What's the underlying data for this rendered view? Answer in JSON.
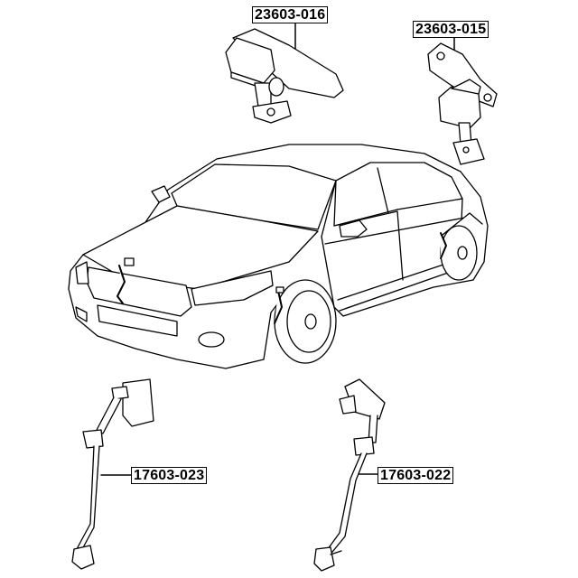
{
  "parts": [
    {
      "id": "upper-left-sensor",
      "part_number": "23603-016"
    },
    {
      "id": "upper-right-sensor",
      "part_number": "23603-015"
    },
    {
      "id": "lower-left-sensor",
      "part_number": "17603-023"
    },
    {
      "id": "lower-right-sensor",
      "part_number": "17603-022"
    }
  ]
}
